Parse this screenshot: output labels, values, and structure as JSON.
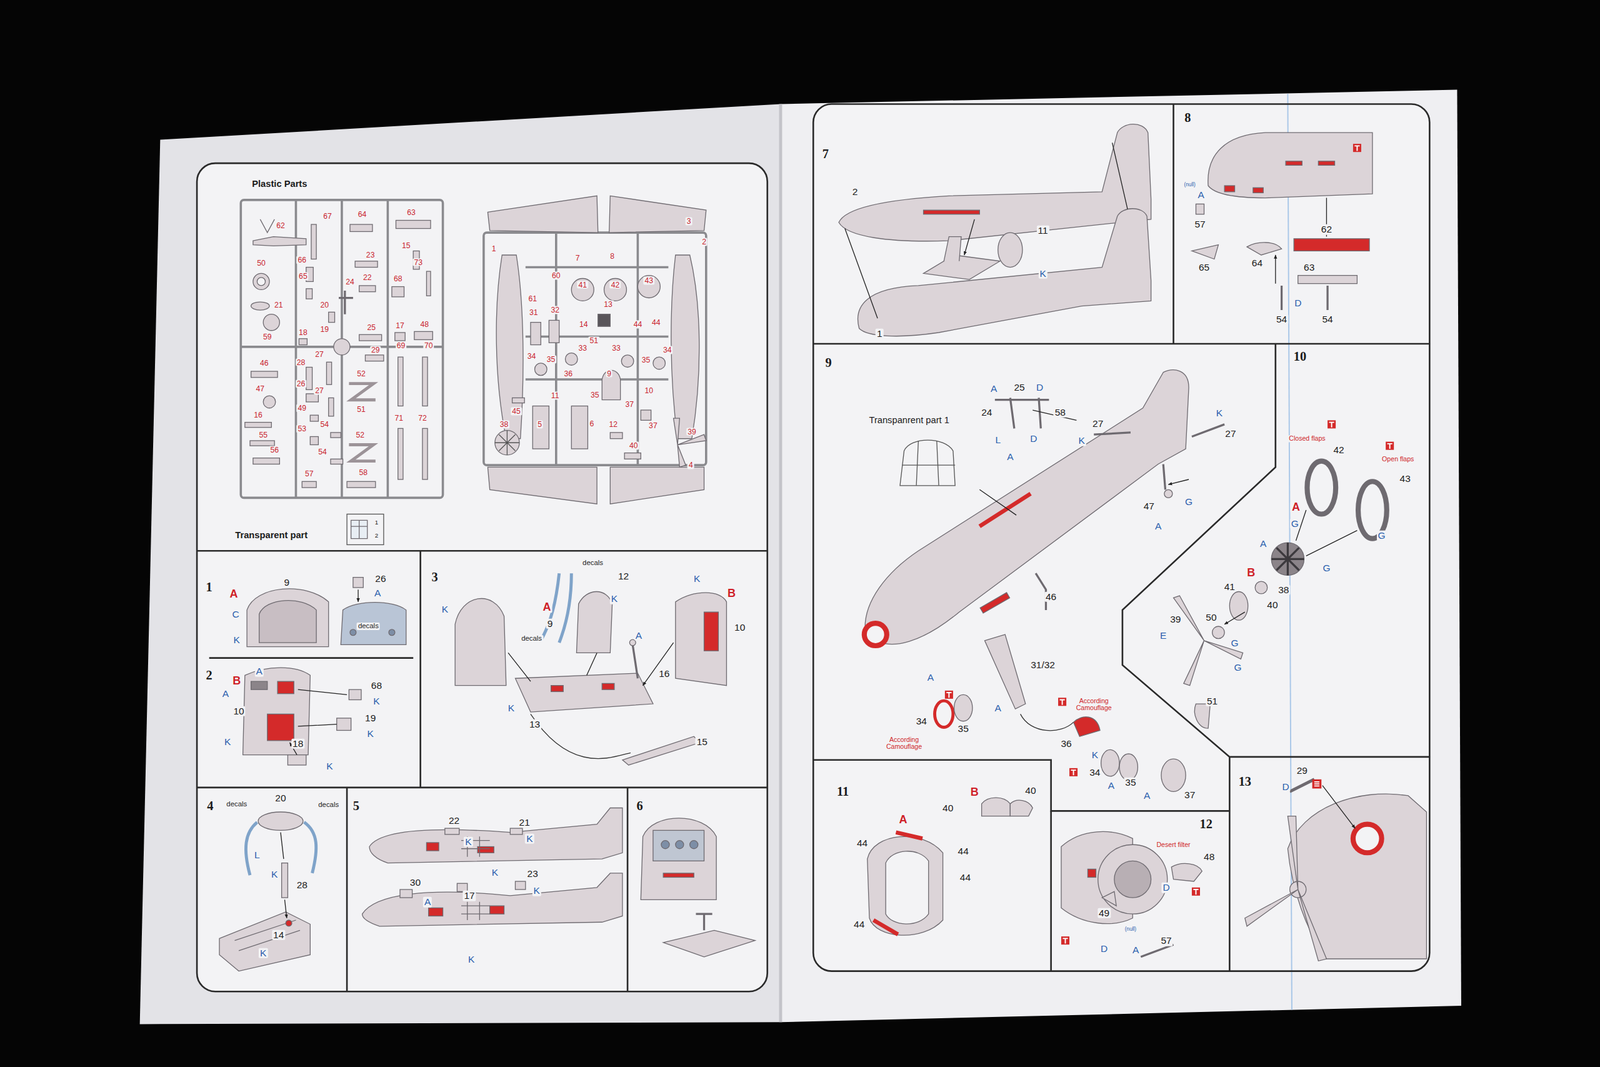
{
  "diagram": {
    "nodes": [
      {
        "text": [
          "Plastic Parts",
          "Transparent part"
        ]
      },
      {
        "text": [
          "1",
          "2"
        ],
        "in": 0
      },
      {
        "text": [
          "1"
        ]
      },
      {
        "text": [
          "2"
        ]
      },
      {
        "text": [
          "3"
        ]
      },
      {
        "text": [
          "4"
        ]
      },
      {
        "text": [
          "5"
        ]
      },
      {
        "text": [
          "6"
        ]
      },
      {
        "text": [
          "7"
        ]
      },
      {
        "text": [
          "8"
        ]
      },
      {
        "text": [
          "9"
        ]
      },
      {
        "text": [
          "10"
        ]
      },
      {
        "text": [
          "11"
        ]
      },
      {
        "text": [
          "12"
        ]
      },
      {
        "text": [
          "13"
        ]
      }
    ],
    "labels": [
      "62",
      "67",
      "64",
      "63",
      "50",
      "66",
      "23",
      "15",
      "21",
      "65",
      "24",
      "22",
      "68",
      "73",
      "59",
      "18",
      "20",
      "19",
      "25",
      "17",
      "48",
      "46",
      "28",
      "27",
      "29",
      "69",
      "70",
      "47",
      "26",
      "27",
      "52",
      "16",
      "49",
      "53",
      "54",
      "51",
      "55",
      "71",
      "72",
      "52",
      "56",
      "54",
      "57",
      "58",
      "3",
      "2",
      "1",
      "7",
      "8",
      "60",
      "41",
      "42",
      "43",
      "61",
      "32",
      "31",
      "13",
      "14",
      "44",
      "44",
      "51",
      "33",
      "33",
      "34",
      "35",
      "34",
      "35",
      "36",
      "9",
      "11",
      "35",
      "10",
      "37",
      "45",
      "38",
      "5",
      "6",
      "12",
      "37",
      "40",
      "39",
      "4",
      "A",
      "9",
      "26",
      "A",
      "C",
      "K",
      "decals",
      "B",
      "A",
      "A",
      "10",
      "68",
      "K",
      "19",
      "K",
      "K",
      "18",
      "K",
      "decals",
      "12",
      "K",
      "A",
      "9",
      "K",
      "K",
      "B",
      "10",
      "decals",
      "A",
      "16",
      "K",
      "13",
      "15",
      "decals",
      "20",
      "decals",
      "L",
      "K",
      "28",
      "14",
      "K",
      "22",
      "21",
      "K",
      "K",
      "K",
      "30",
      "A",
      "17",
      "23",
      "K",
      "K",
      "2",
      "11",
      "K",
      "1",
      "(null)",
      "A",
      "57",
      "65",
      "64",
      "62",
      "63",
      "D",
      "54",
      "54",
      "Transpanrent part 1",
      "A",
      "25",
      "D",
      "24",
      "58",
      "L",
      "D",
      "A",
      "27",
      "K",
      "K",
      "27",
      "47",
      "G",
      "A",
      "46",
      "31/32",
      "A",
      "A",
      "34",
      "35",
      "According Camouflage",
      "According Camouflage",
      "36",
      "K",
      "34",
      "A",
      "35",
      "A",
      "37",
      "Closed flaps",
      "42",
      "Open flaps",
      "43",
      "A",
      "G",
      "G",
      "A",
      "G",
      "B",
      "38",
      "40",
      "41",
      "50",
      "39",
      "E",
      "G",
      "G",
      "51",
      "A",
      "B",
      "40",
      "40",
      "44",
      "44",
      "44",
      "44",
      "Desert filter",
      "48",
      "D",
      "49",
      "(null)",
      "A",
      "D",
      "57",
      "29",
      "D"
    ]
  }
}
